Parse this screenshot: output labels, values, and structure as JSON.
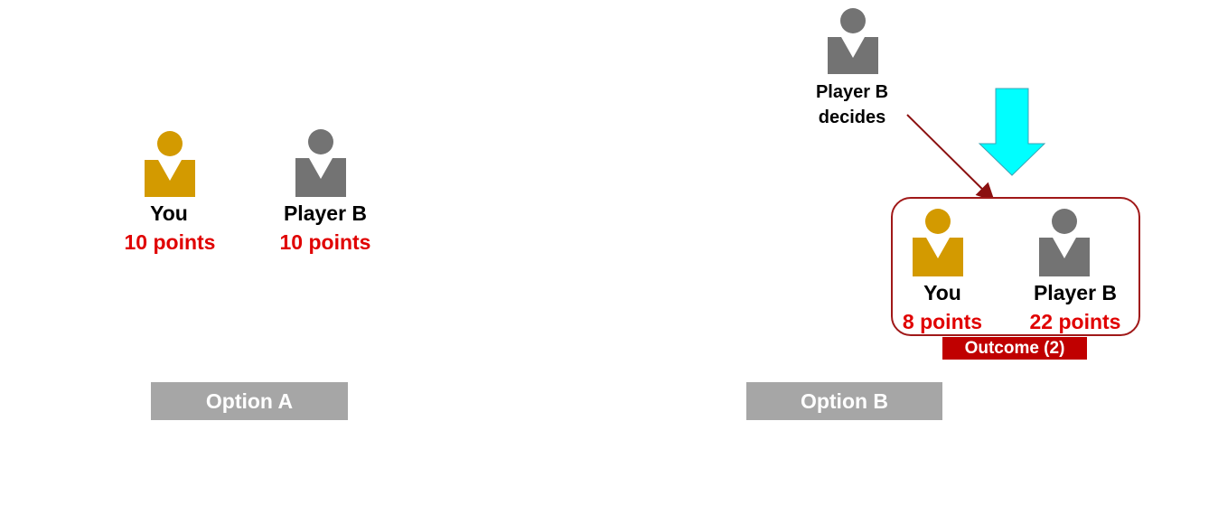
{
  "colors": {
    "you": "#d39a00",
    "player_b": "#737373",
    "points_text": "#e00000",
    "option_button": "#a6a6a6",
    "outcome_border": "#a01818",
    "outcome_label_bg": "#c00000",
    "arrow_line": "#8b1010",
    "down_arrow_fill": "#00ffff"
  },
  "icons": {
    "you": "person-icon",
    "player_b": "person-icon"
  },
  "option_a": {
    "you_label": "You",
    "you_points": "10 points",
    "player_b_label": "Player B",
    "player_b_points": "10 points",
    "button_label": "Option A"
  },
  "option_b": {
    "decider_label_line1": "Player B",
    "decider_label_line2": "decides",
    "outcome": {
      "you_label": "You",
      "you_points": "8 points",
      "player_b_label": "Player B",
      "player_b_points": "22 points",
      "label": "Outcome (2)"
    },
    "button_label": "Option B"
  }
}
